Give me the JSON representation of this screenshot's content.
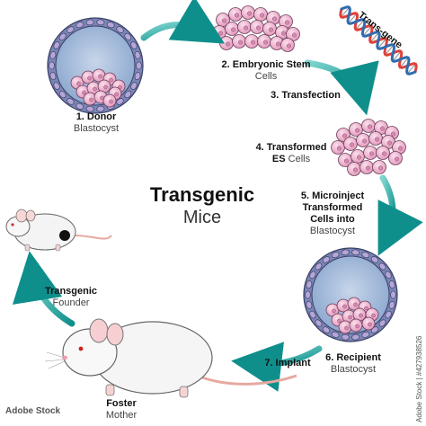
{
  "title": {
    "line1": "Transgenic",
    "line2": "Mice"
  },
  "steps": {
    "donor": {
      "bold": "1. Donor",
      "sub": "Blastocyst"
    },
    "stem": {
      "bold": "2. Embryonic Stem",
      "sub": "Cells"
    },
    "transfection": {
      "bold": "3. Transfection"
    },
    "transformed": {
      "bold1": "4. Transformed",
      "bold2": "ES",
      "sub": "Cells"
    },
    "microinject": {
      "bold1": "5. Microinject",
      "bold2": "Transformed",
      "bold3": "Cells into",
      "sub": "Blastocyst"
    },
    "recipient": {
      "bold": "6. Recipient",
      "sub": "Blastocyst"
    },
    "implant": {
      "bold": "7. Implant"
    },
    "foster": {
      "bold": "Foster",
      "sub": "Mother"
    },
    "founder": {
      "bold": "Transgenic",
      "sub": "Founder"
    }
  },
  "transgene_label": "Trans-gene",
  "watermark": {
    "side_id": "Adobe Stock | #427938526",
    "brand": "Adobe Stock"
  },
  "colors": {
    "blastocyst_fill": "#9fb8d8",
    "blastocyst_ring": "#6f7fb0",
    "cell_pink": "#f2b8cf",
    "cell_stroke": "#7a4a6a",
    "arrow_teal": "#1aa3a0",
    "dna_red": "#e0403a",
    "dna_blue": "#2f6db0"
  }
}
